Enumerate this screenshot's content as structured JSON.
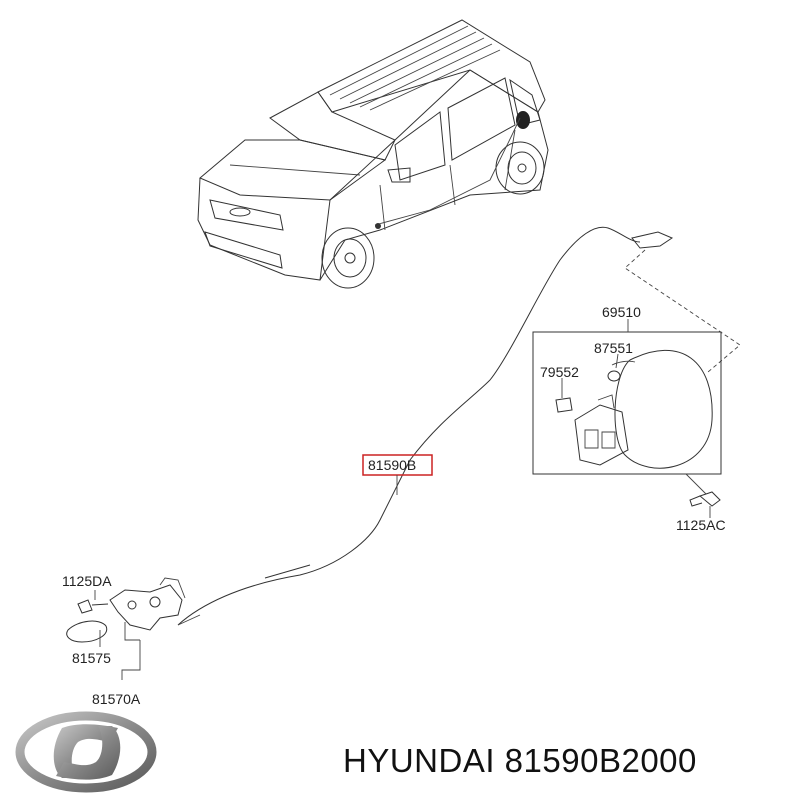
{
  "parts": {
    "p69510": "69510",
    "p87551": "87551",
    "p79552": "79552",
    "p81590B": "81590B",
    "p1125AC": "1125AC",
    "p1125DA": "1125DA",
    "p81575": "81575",
    "p81570A": "81570A"
  },
  "brand": {
    "caption": "HYUNDAI 81590B2000",
    "logo_name": "hyundai-logo"
  },
  "colors": {
    "highlight": "#cc2222",
    "line": "#333333",
    "logo": "#8a8a8a"
  }
}
